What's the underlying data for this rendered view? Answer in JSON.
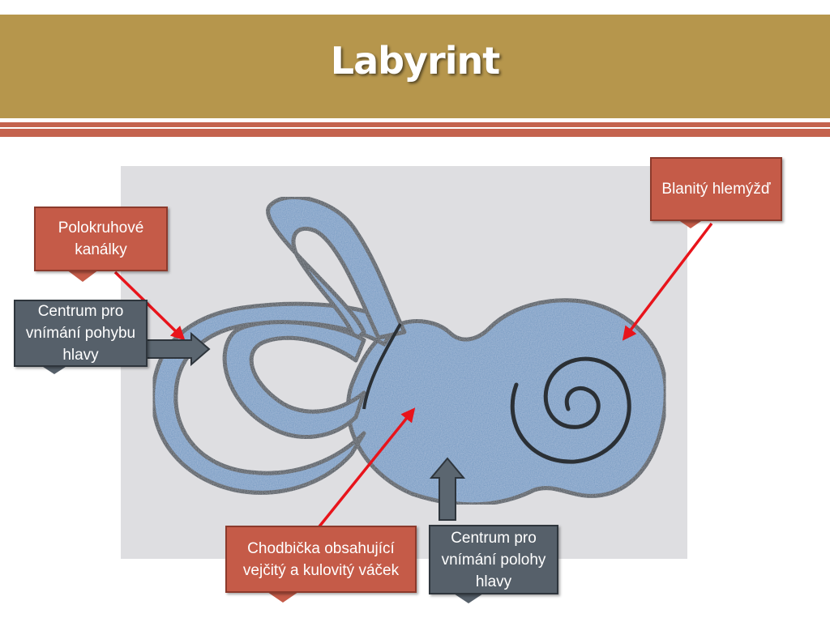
{
  "slide": {
    "title": "Labyrint"
  },
  "labels": {
    "semicircular_canals": "Polokruhové kanálky",
    "motion_center": "Centrum pro vnímání pohybu hlavy",
    "cochlea": "Blanitý hlemýžď",
    "vestibule": "Chodbička obsahující vejčitý a kulovitý váček",
    "position_center": "Centrum pro vnímání polohy hlavy"
  },
  "colors": {
    "title_bar": "#b6964c",
    "accent_rule": "#c4634e",
    "red_callout": "#c55b48",
    "grey_callout": "#56606a",
    "labyrinth_fill": "#6d95c0",
    "pointer_arrow": "#e8141b"
  }
}
